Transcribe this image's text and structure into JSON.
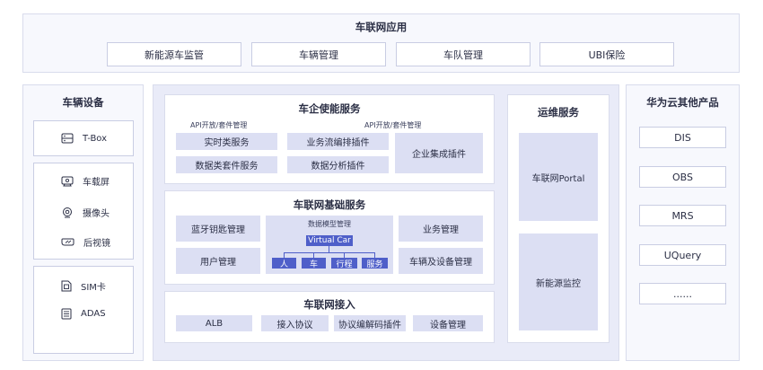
{
  "top": {
    "title": "车联网应用",
    "apps": [
      "新能源车监管",
      "车辆管理",
      "车队管理",
      "UBI保险"
    ]
  },
  "left": {
    "title": "车辆设备",
    "tbox": "T-Box",
    "screen": "车载屏",
    "camera": "摄像头",
    "mirror": "后视镜",
    "sim": "SIM卡",
    "adas": "ADAS"
  },
  "enable": {
    "title": "车企使能服务",
    "api_left": "API开放/套件管理",
    "api_right": "API开放/套件管理",
    "realtime": "实时类服务",
    "datakit": "数据类套件服务",
    "workflow": "业务流编排插件",
    "analysis": "数据分析插件",
    "enterprise": "企业集成插件"
  },
  "base": {
    "title": "车联网基础服务",
    "bt_key": "蓝牙钥匙管理",
    "user": "用户管理",
    "model_title": "数据模型管理",
    "virtual_car": "Virtual Car",
    "nodes": [
      "人",
      "车",
      "行程",
      "服务"
    ],
    "business": "业务管理",
    "vehicle_device": "车辆及设备管理"
  },
  "access": {
    "title": "车联网接入",
    "items": [
      "ALB",
      "接入协议",
      "协议编解码插件",
      "设备管理"
    ]
  },
  "ops": {
    "title": "运维服务",
    "portal": "车联网Portal",
    "monitor": "新能源监控"
  },
  "cloud": {
    "title": "华为云其他产品",
    "items": [
      "DIS",
      "OBS",
      "MRS",
      "UQuery",
      "......"
    ]
  },
  "colors": {
    "panel_bg": "#f7f8fd",
    "center_bg": "#e9ebf8",
    "fill": "#dcdff3",
    "accent": "#4f5fc9",
    "border": "#c9cde3"
  }
}
